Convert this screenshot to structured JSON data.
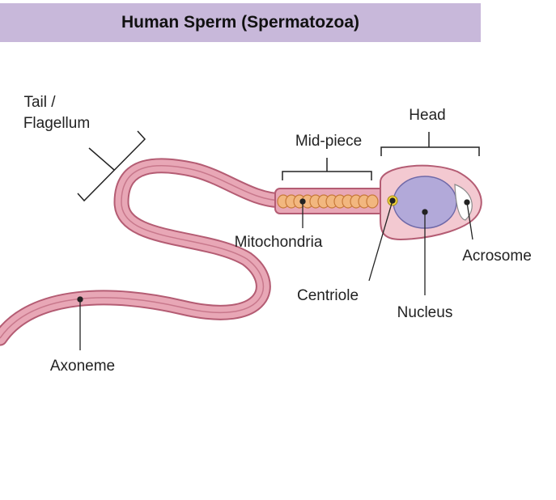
{
  "title": "Human Sperm (Spermatozoa)",
  "labels": {
    "tail": [
      "Tail /",
      "Flagellum"
    ],
    "midpiece": "Mid-piece",
    "head": "Head",
    "mitochondria": "Mitochondria",
    "centriole": "Centriole",
    "nucleus": "Nucleus",
    "acrosome": "Acrosome",
    "axoneme": "Axoneme"
  },
  "colors": {
    "title_bg": "#c8b8da",
    "body_fill": "#e8a7b6",
    "body_outline": "#b45c73",
    "head_fill": "#f3c9d1",
    "nucleus_fill": "#b2a9d9",
    "mitochondria_fill": "#f2b77f",
    "centriole_fill": "#f2d53c"
  }
}
